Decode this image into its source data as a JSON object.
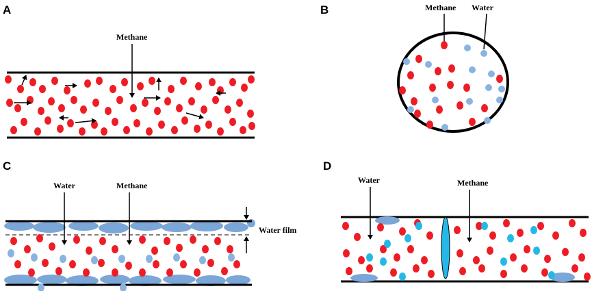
{
  "panels": {
    "a": {
      "letter": "A",
      "methane_label": "Methane"
    },
    "b": {
      "letter": "B",
      "methane_label": "Methane",
      "water_label": "Water"
    },
    "c": {
      "letter": "C",
      "water_label": "Water",
      "methane_label": "Methane",
      "film_label": "Water film"
    },
    "d": {
      "letter": "D",
      "water_label": "Water",
      "methane_label": "Methane"
    }
  },
  "colors": {
    "methane": "#ee1c25",
    "water_droplet": "#8ab4e0",
    "water_film": "#7aa7d8",
    "water_bright": "#23b8e8",
    "wall": "#000000"
  }
}
